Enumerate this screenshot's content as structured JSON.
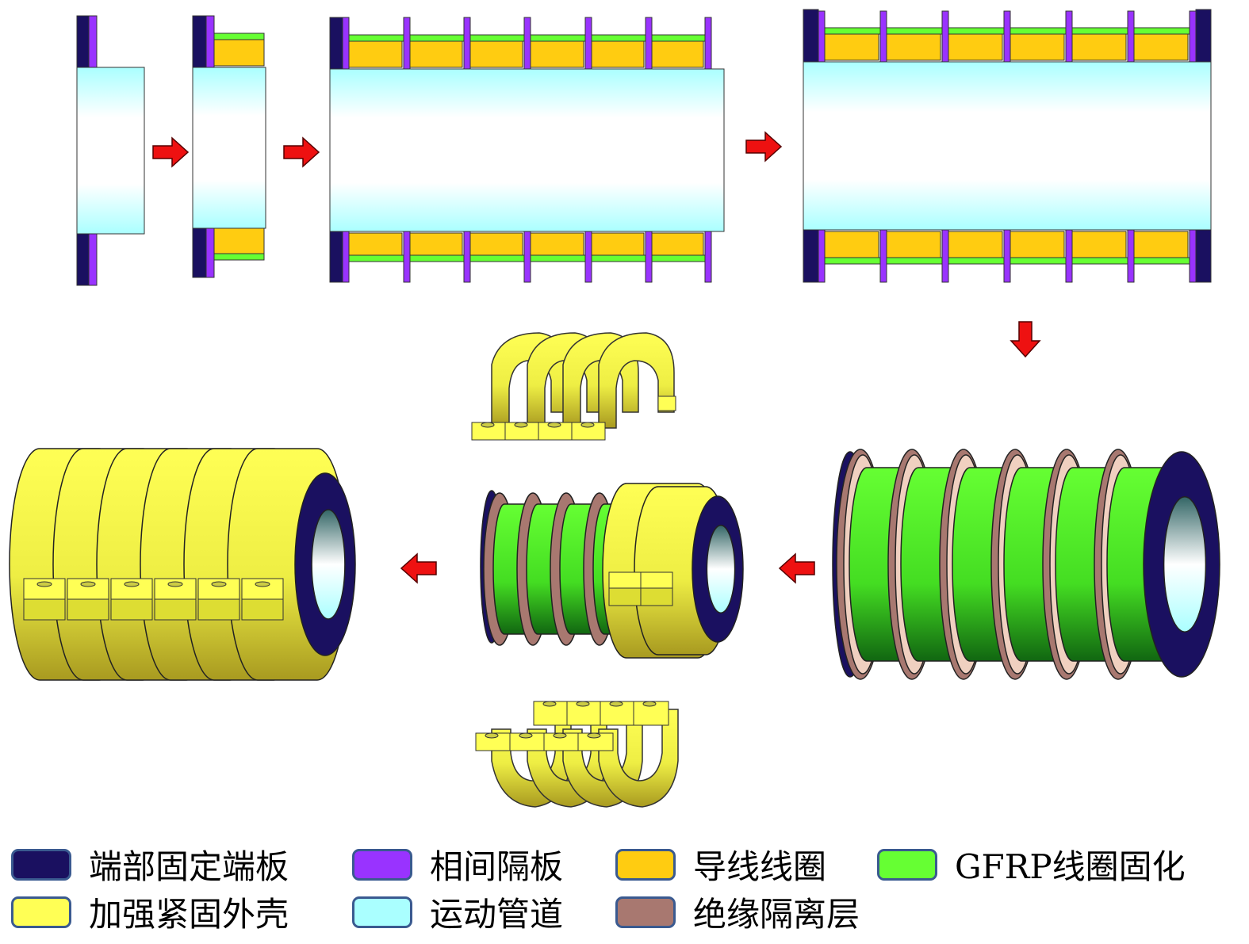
{
  "colors": {
    "end_plate": "#1a1060",
    "separator": "#9933ff",
    "coil": "#ffcc11",
    "gfrp": "#66ff33",
    "shell": "#ffff55",
    "pipe": "#aaffff",
    "insulation": "#a87870",
    "arrow": "#ee1111"
  },
  "legend": [
    {
      "label": "端部固定端板",
      "color": "#1a1060"
    },
    {
      "label": "相间隔板",
      "color": "#9933ff"
    },
    {
      "label": "导线线圈",
      "color": "#ffcc11"
    },
    {
      "label": "GFRP线圈固化",
      "color": "#66ff33"
    },
    {
      "label": "加强紧固外壳",
      "color": "#ffff55"
    },
    {
      "label": "运动管道",
      "color": "#aaffff"
    },
    {
      "label": "绝缘隔离层",
      "color": "#a87870"
    }
  ]
}
